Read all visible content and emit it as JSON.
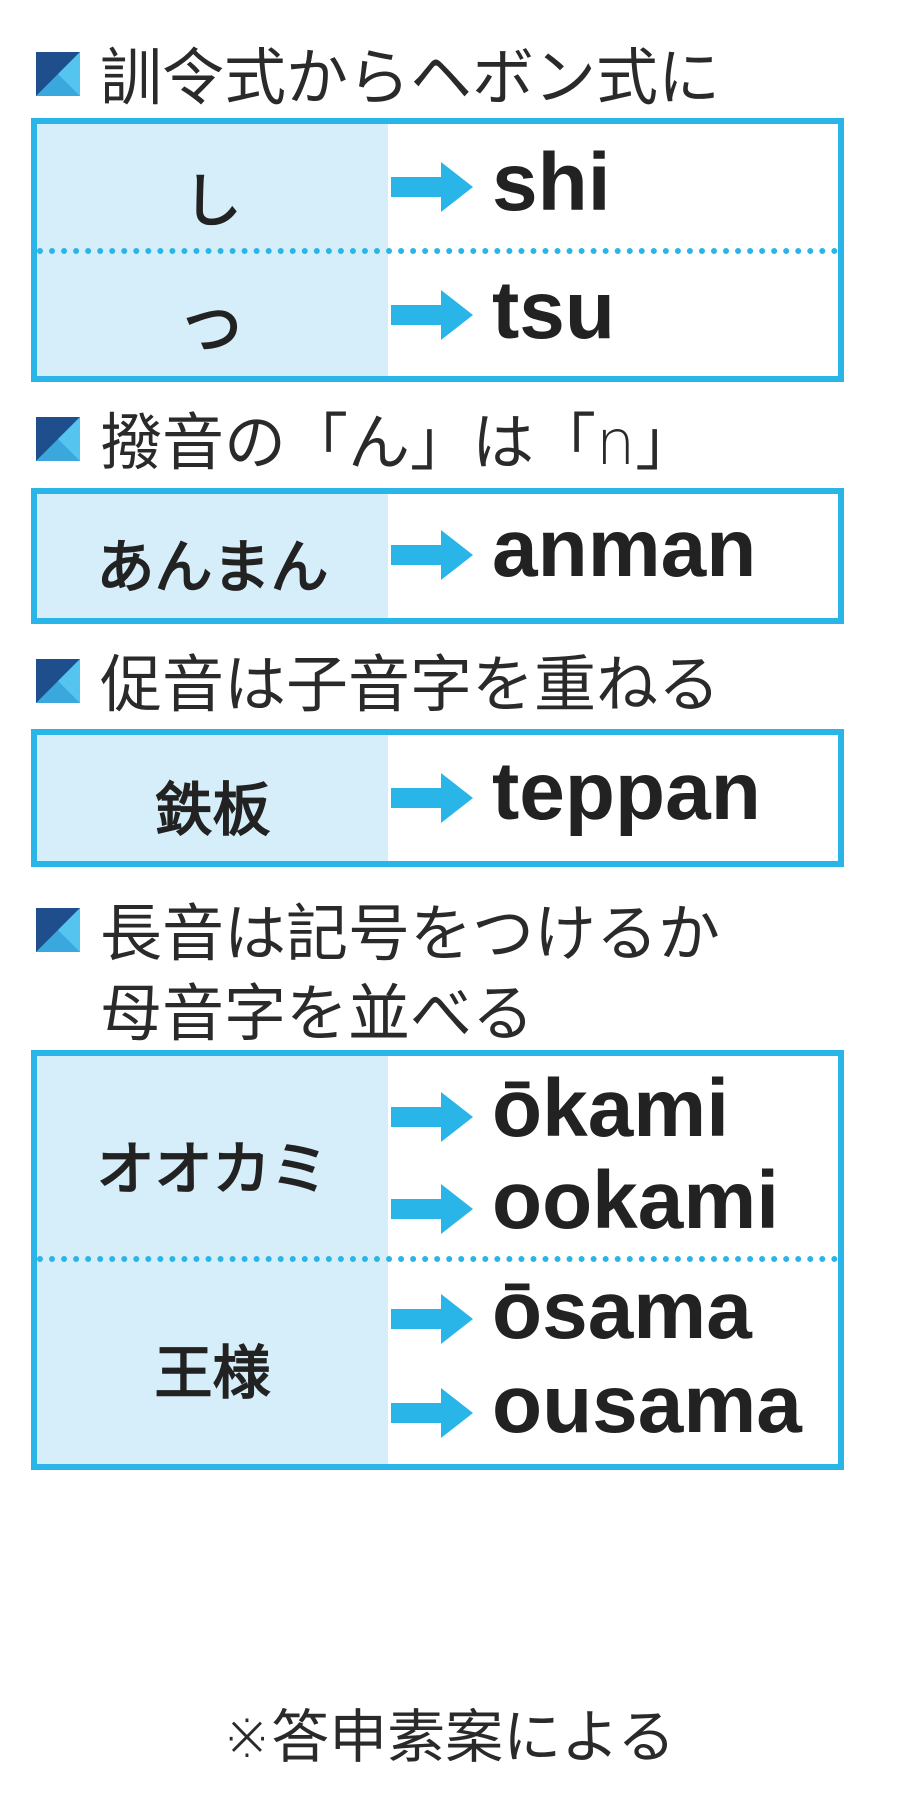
{
  "sections": [
    {
      "heading": "訓令式からヘボン式に",
      "rows": [
        {
          "japanese": "し",
          "romaji": [
            "shi"
          ]
        },
        {
          "japanese": "つ",
          "romaji": [
            "tsu"
          ]
        }
      ]
    },
    {
      "heading": "撥音の「ん」は「n」",
      "rows": [
        {
          "japanese": "あんまん",
          "romaji": [
            "anman"
          ]
        }
      ]
    },
    {
      "heading": "促音は子音字を重ねる",
      "rows": [
        {
          "japanese": "鉄板",
          "romaji": [
            "teppan"
          ]
        }
      ]
    },
    {
      "heading_line1": "長音は記号をつけるか",
      "heading_line2": "母音字を並べる",
      "rows": [
        {
          "japanese": "オオカミ",
          "romaji": [
            "ōkami",
            "ookami"
          ]
        },
        {
          "japanese": "王様",
          "romaji": [
            "ōsama",
            "ousama"
          ]
        }
      ]
    }
  ],
  "footnote": "※答申素案による",
  "colors": {
    "accent": "#29b5e8",
    "left_fill": "#d6eef9",
    "bullet_dark": "#1f4e8c",
    "bullet_light": "#3aa8dc",
    "text": "#222222"
  },
  "icons": {
    "bullet": "blue-square-bullet-icon",
    "arrow": "right-arrow-icon"
  }
}
